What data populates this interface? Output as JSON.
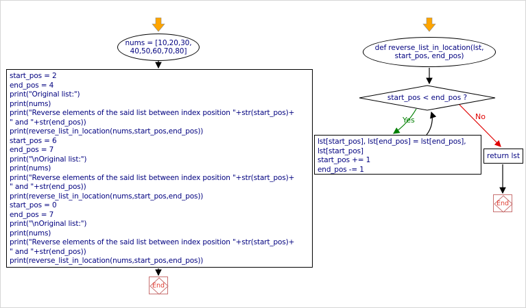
{
  "colors": {
    "text": "#00007f",
    "shape-border": "#000000",
    "end": "#e03c31",
    "end-border": "#c87070",
    "yes": "#007f00",
    "no": "#e00000",
    "entry": "#ffa500"
  },
  "left": {
    "start_node": [
      "nums = [10,20,30,",
      "40,50,60,70,80]"
    ],
    "code_lines": [
      "start_pos = 2",
      "end_pos = 4",
      "print(\"Original list:\")",
      "print(nums)",
      "print(\"Reverse elements of the said list between index position \"+str(start_pos)+",
      "\" and \"+str(end_pos))",
      "print(reverse_list_in_location(nums,start_pos,end_pos))",
      "start_pos = 6",
      "end_pos = 7",
      "print(\"\\nOriginal list:\")",
      "print(nums)",
      "print(\"Reverse elements of the said list between index position \"+str(start_pos)+",
      "\" and \"+str(end_pos))",
      "print(reverse_list_in_location(nums,start_pos,end_pos))",
      "start_pos = 0",
      "end_pos = 7",
      "print(\"\\nOriginal list:\")",
      "print(nums)",
      "print(\"Reverse elements of the said list between index position \"+str(start_pos)+",
      "\" and \"+str(end_pos))",
      "print(reverse_list_in_location(nums,start_pos,end_pos))"
    ],
    "end_label": "End"
  },
  "right": {
    "def_node": [
      "def reverse_list_in_location(lst,",
      "start_pos, end_pos)"
    ],
    "condition": "start_pos < end_pos ?",
    "yes_label": "Yes",
    "no_label": "No",
    "process_lines": [
      "lst[start_pos], lst[end_pos] = lst[end_pos],",
      "lst[start_pos]",
      "start_pos += 1",
      "end_pos -= 1"
    ],
    "return_label": "return lst",
    "end_label": "End"
  }
}
